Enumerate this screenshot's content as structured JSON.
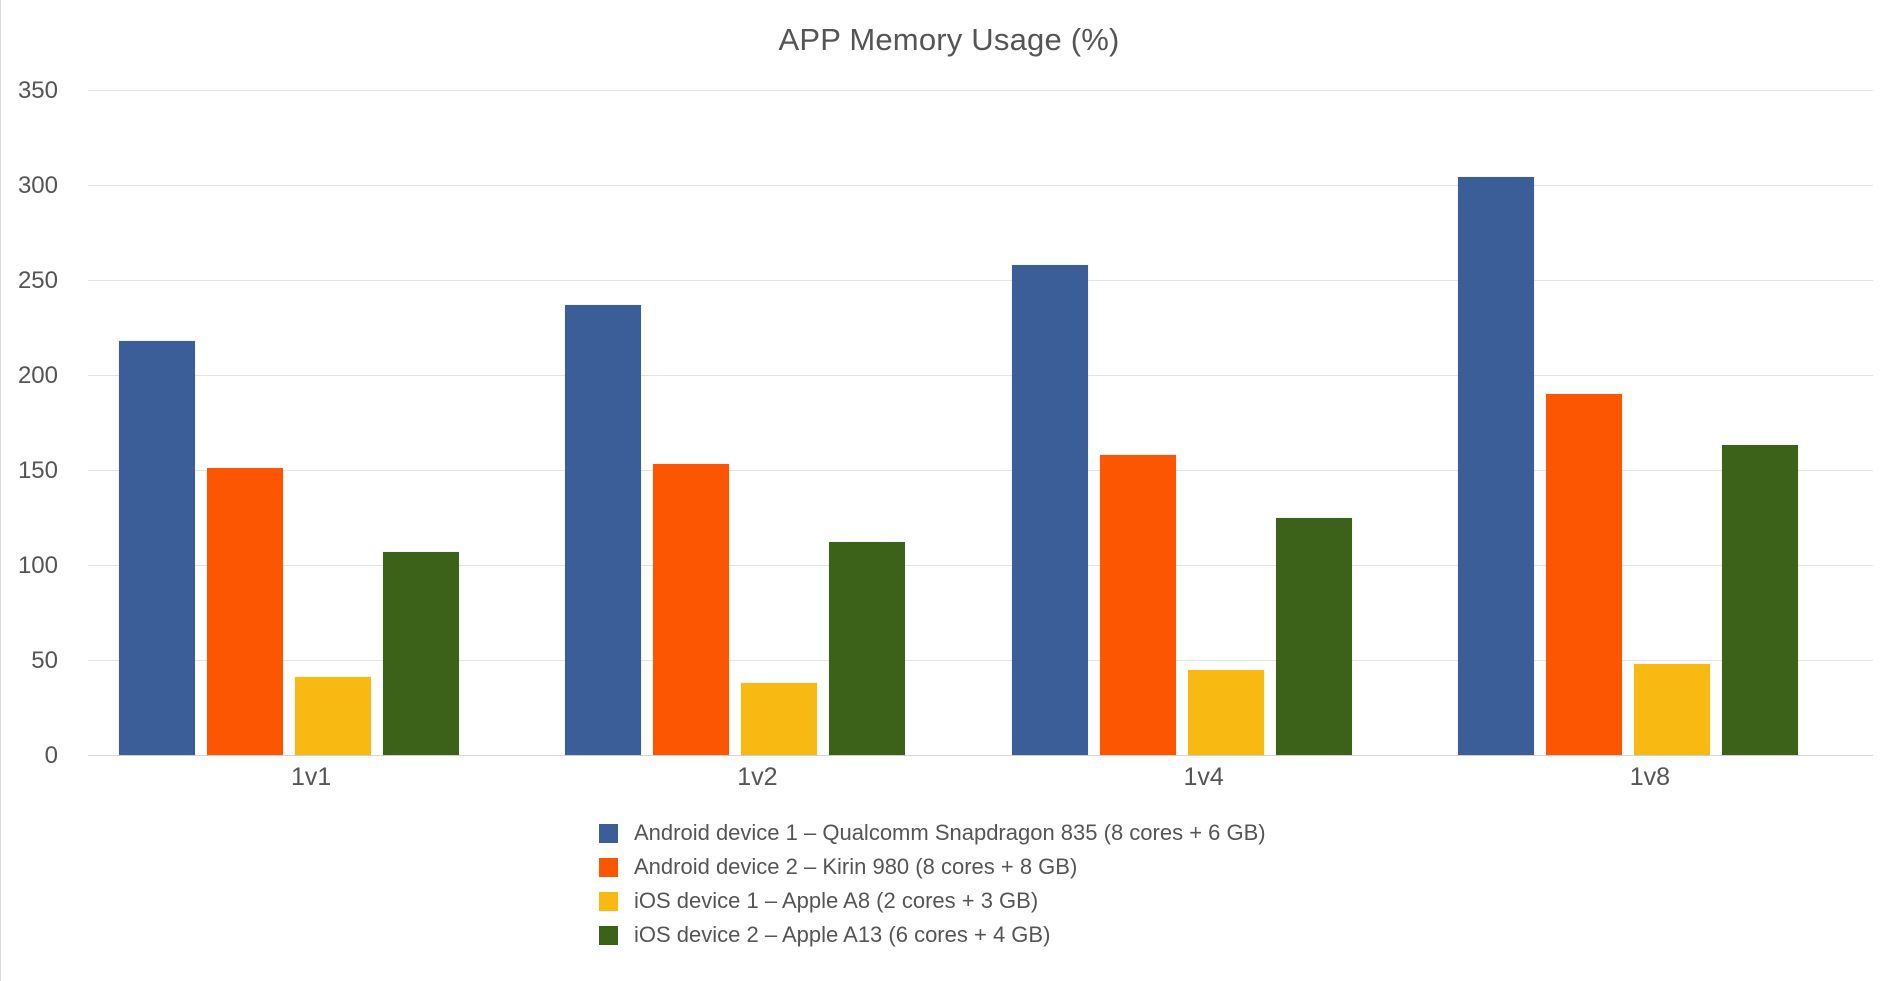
{
  "chart_data": {
    "type": "bar",
    "title": "APP Memory Usage (%)",
    "xlabel": "",
    "ylabel": "",
    "ylim": [
      0,
      350
    ],
    "ytick_values": [
      350,
      300,
      250,
      200,
      150,
      100,
      50,
      0
    ],
    "grid": true,
    "legend_position": "bottom",
    "categories": [
      "1v1",
      "1v2",
      "1v4",
      "1v8"
    ],
    "series": [
      {
        "name": "Android device 1 – Qualcomm Snapdragon 835 (8 cores + 6 GB)",
        "color": "#3B5E98",
        "values": [
          218,
          237,
          258,
          304
        ]
      },
      {
        "name": "Android device 2 – Kirin 980 (8 cores + 8 GB)",
        "color": "#FC5603",
        "values": [
          151,
          153,
          158,
          190
        ]
      },
      {
        "name": "iOS device 1 – Apple A8 (2 cores + 3 GB)",
        "color": "#F8B912",
        "values": [
          41,
          38,
          45,
          48
        ]
      },
      {
        "name": "iOS device 2 – Apple A13 (6 cores + 4 GB)",
        "color": "#3C621A",
        "values": [
          107,
          112,
          125,
          163
        ]
      }
    ]
  },
  "colors": {
    "background": "#ffffff",
    "text": "#555555",
    "gridline": "#e4e4e4",
    "axis": "#d6d6d6"
  }
}
